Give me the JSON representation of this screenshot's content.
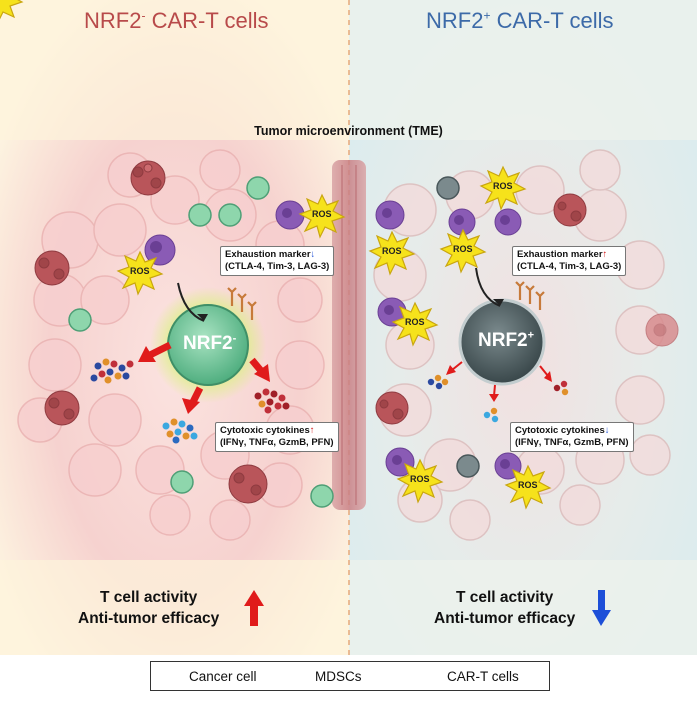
{
  "titles": {
    "left": {
      "main": "NRF2",
      "sup": "-",
      "rest": " CAR-T cells"
    },
    "right": {
      "main": "NRF2",
      "sup": "+",
      "rest": " CAR-T cells"
    }
  },
  "tme_label": "Tumor microenvironment (TME)",
  "ros_label": "ROS",
  "left_panel": {
    "cell_label": {
      "main": "NRF2",
      "sup": "-"
    },
    "exhaustion": {
      "title": "Exhaustion marker",
      "arrow": "↓",
      "markers": "(CTLA-4, Tim-3, LAG-3)"
    },
    "cytokines": {
      "title": "Cytotoxic cytokines",
      "arrow": "↑",
      "list": "(IFNγ, TNFα, GzmB, PFN)"
    },
    "outcome": {
      "line1": "T cell activity",
      "line2": "Anti-tumor efficacy",
      "direction": "up"
    }
  },
  "right_panel": {
    "cell_label": {
      "main": "NRF2",
      "sup": "+"
    },
    "exhaustion": {
      "title": "Exhaustion marker",
      "arrow": "↑",
      "markers": "(CTLA-4, Tim-3, LAG-3)"
    },
    "cytokines": {
      "title": "Cytotoxic cytokines",
      "arrow": "↓",
      "list": "(IFNγ, TNFα, GzmB, PFN)"
    },
    "outcome": {
      "line1": "T cell activity",
      "line2": "Anti-tumor efficacy",
      "direction": "down"
    }
  },
  "legend": {
    "cancer": "Cancer cell",
    "mdsc": "MDSCs",
    "cart": "CAR-T cells"
  },
  "colors": {
    "left_title": "#b84a4a",
    "right_title": "#3c6aa8",
    "up_arrow": "#e01b1b",
    "down_arrow": "#1d4fd8",
    "cancer_cell": "#b9555a",
    "mdsc": "#8a5bb5",
    "cart_left": "#7fcea0",
    "cart_right": "#6f7d7f",
    "ros": "#f6e21b"
  },
  "icons": [
    "ros-burst-icon",
    "cancer-cell-icon",
    "mdsc-icon",
    "car-t-cell-icon",
    "receptor-icon",
    "cytokine-cluster-icon"
  ]
}
